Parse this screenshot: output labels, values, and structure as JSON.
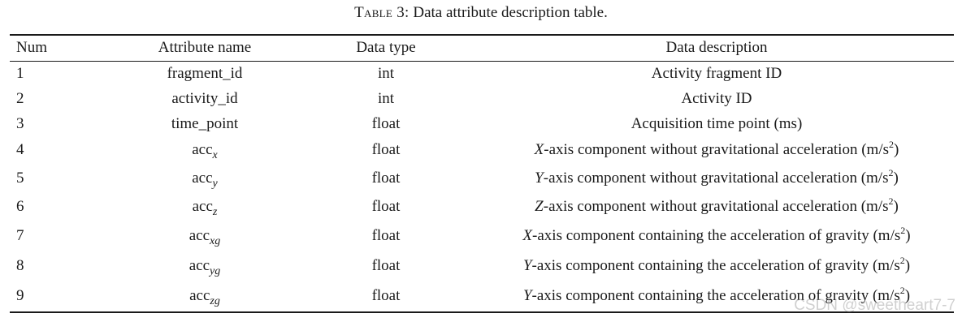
{
  "caption": {
    "label": "Table 3:",
    "text": "Data attribute description table."
  },
  "headers": {
    "num": "Num",
    "attr": "Attribute name",
    "type": "Data type",
    "desc": "Data description"
  },
  "rows": [
    {
      "num": "1",
      "attr_base": "fragment_id",
      "attr_sub": "",
      "type": "int",
      "desc_axis": "",
      "desc": "Activity fragment ID",
      "desc_unit": "",
      "desc_unit_close": ""
    },
    {
      "num": "2",
      "attr_base": "activity_id",
      "attr_sub": "",
      "type": "int",
      "desc_axis": "",
      "desc": "Activity ID",
      "desc_unit": "",
      "desc_unit_close": ""
    },
    {
      "num": "3",
      "attr_base": "time_point",
      "attr_sub": "",
      "type": "float",
      "desc_axis": "",
      "desc": "Acquisition time point (ms)",
      "desc_unit": "",
      "desc_unit_close": ""
    },
    {
      "num": "4",
      "attr_base": "acc",
      "attr_sub": "x",
      "type": "float",
      "desc_axis": "X",
      "desc": "-axis component without gravitational acceleration (m/s",
      "desc_unit": "2",
      "desc_unit_close": ")"
    },
    {
      "num": "5",
      "attr_base": "acc",
      "attr_sub": "y",
      "type": "float",
      "desc_axis": "Y",
      "desc": "-axis component without gravitational acceleration (m/s",
      "desc_unit": "2",
      "desc_unit_close": ")"
    },
    {
      "num": "6",
      "attr_base": "acc",
      "attr_sub": "z",
      "type": "float",
      "desc_axis": "Z",
      "desc": "-axis component without gravitational acceleration (m/s",
      "desc_unit": "2",
      "desc_unit_close": ")"
    },
    {
      "num": "7",
      "attr_base": "acc",
      "attr_sub": "xg",
      "type": "float",
      "desc_axis": "X",
      "desc": "-axis component containing the acceleration of gravity (m/s",
      "desc_unit": "2",
      "desc_unit_close": ")"
    },
    {
      "num": "8",
      "attr_base": "acc",
      "attr_sub": "yg",
      "type": "float",
      "desc_axis": "Y",
      "desc": "-axis component containing the acceleration of gravity (m/s",
      "desc_unit": "2",
      "desc_unit_close": ")"
    },
    {
      "num": "9",
      "attr_base": "acc",
      "attr_sub": "zg",
      "type": "float",
      "desc_axis": "Y",
      "desc": "-axis component containing the acceleration of gravity (m/s",
      "desc_unit": "2",
      "desc_unit_close": ")"
    }
  ],
  "watermark": "CSDN @sweetheart7-7"
}
